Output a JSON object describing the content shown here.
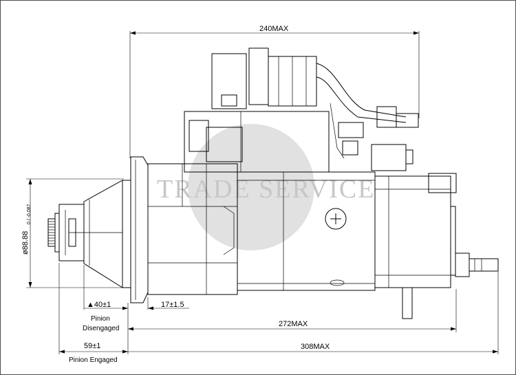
{
  "dimensions": {
    "overall_length_top": "240MAX",
    "diameter": "ø88.88",
    "diameter_tolerance": "0 / -0.087",
    "pinion_disengaged_offset": "▲40±1",
    "flange_offset": "17±1.5",
    "pinion_disengaged_label_line1": "Pinion",
    "pinion_disengaged_label_line2": "Disengaged",
    "body_length": "272MAX",
    "pinion_engaged_offset": "59±1",
    "overall_length_bottom": "308MAX",
    "pinion_engaged_label": "Pinion Engaged"
  },
  "watermark": {
    "text": "TRADE SERVICE",
    "color": "#c7c7c7"
  }
}
